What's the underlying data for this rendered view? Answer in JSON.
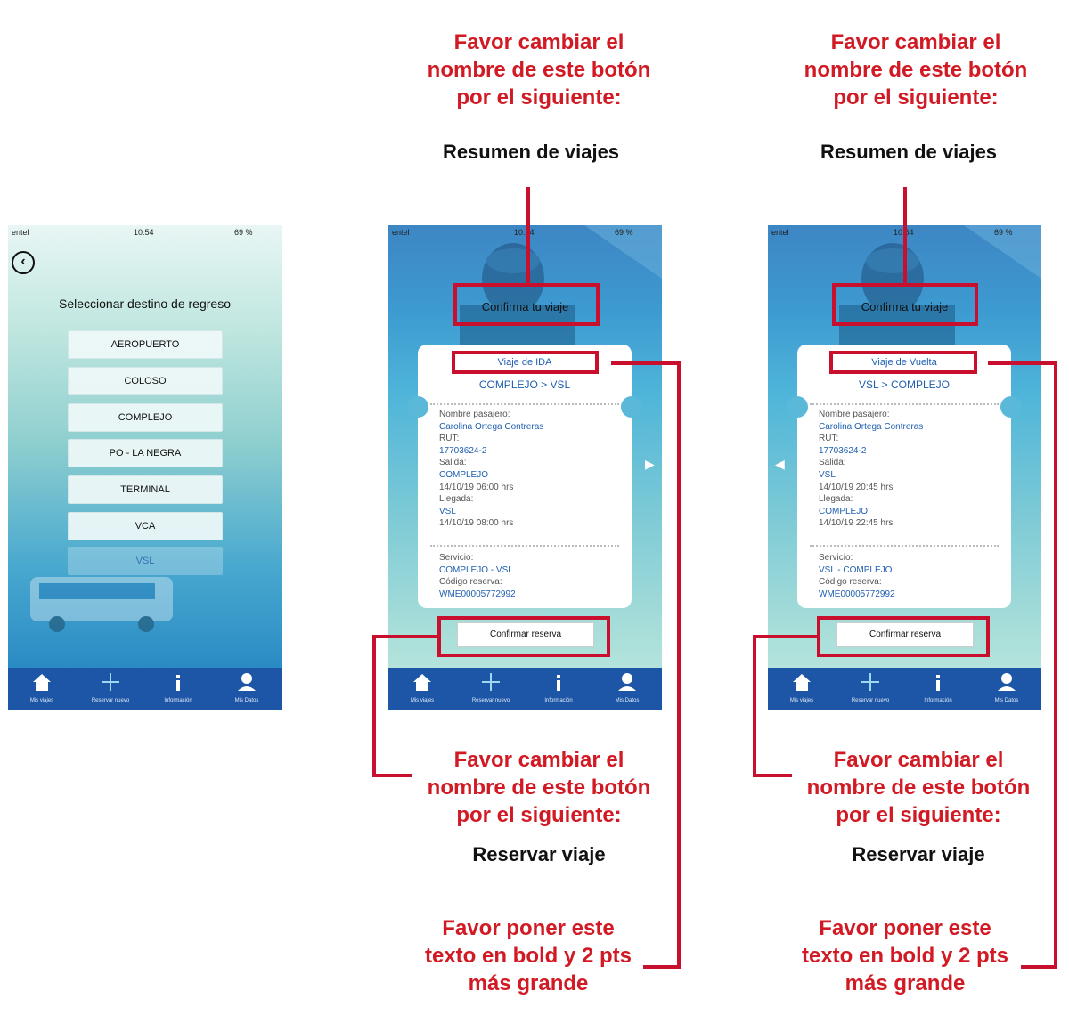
{
  "status_bar": {
    "carrier": "entel",
    "time": "10:54",
    "battery": "69 %"
  },
  "screen_destinations": {
    "title": "Seleccionar destino de regreso",
    "options": [
      "AEROPUERTO",
      "COLOSO",
      "COMPLEJO",
      "PO - LA NEGRA",
      "TERMINAL",
      "VCA",
      "VSL"
    ]
  },
  "tab_bar": {
    "items": [
      {
        "label": "Mis viajes",
        "icon": "home-icon"
      },
      {
        "label": "Reservar nuevo",
        "icon": "plus-icon"
      },
      {
        "label": "Información",
        "icon": "info-icon"
      },
      {
        "label": "Mis Datos",
        "icon": "user-icon"
      }
    ]
  },
  "screen_outbound": {
    "title": "Confirma tu viaje",
    "ticket_heading": "Viaje de IDA",
    "route": "COMPLEJO  >  VSL",
    "passenger_label": "Nombre pasajero:",
    "passenger": "Carolina Ortega Contreras",
    "rut_label": "RUT:",
    "rut": "17703624-2",
    "departure_label": "Salida:",
    "departure": "COMPLEJO",
    "departure_time": "14/10/19  06:00 hrs",
    "arrival_label": "Llegada:",
    "arrival": "VSL",
    "arrival_time": "14/10/19  08:00 hrs",
    "service_label": "Servicio:",
    "service": "COMPLEJO - VSL",
    "code_label": "Código reserva:",
    "code": "WME00005772992",
    "confirm_button": "Confirmar reserva"
  },
  "screen_return": {
    "title": "Confirma tu viaje",
    "ticket_heading": "Viaje de Vuelta",
    "route": "VSL  >  COMPLEJO",
    "passenger_label": "Nombre pasajero:",
    "passenger": "Carolina Ortega Contreras",
    "rut_label": "RUT:",
    "rut": "17703624-2",
    "departure_label": "Salida:",
    "departure": "VSL",
    "departure_time": "14/10/19  20:45 hrs",
    "arrival_label": "Llegada:",
    "arrival": "COMPLEJO",
    "arrival_time": "14/10/19  22:45 hrs",
    "service_label": "Servicio:",
    "service": "VSL - COMPLEJO",
    "code_label": "Código reserva:",
    "code": "WME00005772992",
    "confirm_button": "Confirmar reserva"
  },
  "annotations": {
    "rename_note": [
      "Favor cambiar el",
      "nombre de este botón",
      "por el siguiente:"
    ],
    "title_replacement": "Resumen de viajes",
    "button_replacement": "Reservar viaje",
    "bold_note": [
      "Favor poner este",
      "texto en bold y 2 pts",
      "más grande"
    ]
  },
  "colors": {
    "annotation": "#d11a24",
    "tab_bar": "#1d56a6",
    "link_blue": "#1f5fb0"
  }
}
